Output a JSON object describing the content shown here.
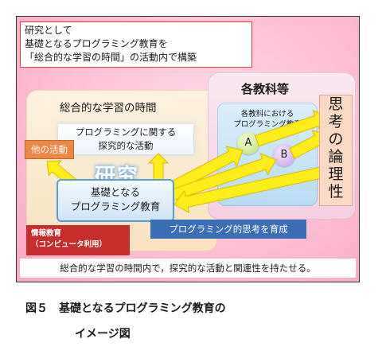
{
  "research_box": {
    "line1": "研究として",
    "line2": "基礎となるプログラミング教育を",
    "line3": "「総合的な学習の時間」の活動内で構築"
  },
  "sogo_panel": {
    "title": "総合的な学習の時間"
  },
  "tankyu": {
    "line1": "プログラミングに関する",
    "line2": "探究的な活動"
  },
  "research_label": "研究",
  "kiso": {
    "line1": "基礎となる",
    "line2": "プログラミング教育"
  },
  "hoka": "他の活動",
  "johokyoiku": {
    "line1": "情報教育",
    "line2": "（コンピュータ利用）"
  },
  "kyoka_panel": {
    "title": "各教科等",
    "sub_line1": "各教科における",
    "sub_line2": "プログラミング教育",
    "circle_a": "A",
    "circle_b": "B"
  },
  "shiko_chars": [
    "思",
    "考",
    "の",
    "論",
    "理",
    "性"
  ],
  "program_thinking": "プログラミング的思考を育成",
  "caption": "総合的な学習の時間内で，探究的な活動と関連性を持たせる。",
  "figure_caption": {
    "line1": "図５　基礎となるプログラミング教育の",
    "line2": "イメージ図"
  },
  "colors": {
    "arrow_yellow": "#ffee1a",
    "arrow_outline": "#e0b800",
    "red_box": "#c72d2d",
    "blue_bar": "#3a6fb5",
    "orange_box": "#ef8744"
  }
}
